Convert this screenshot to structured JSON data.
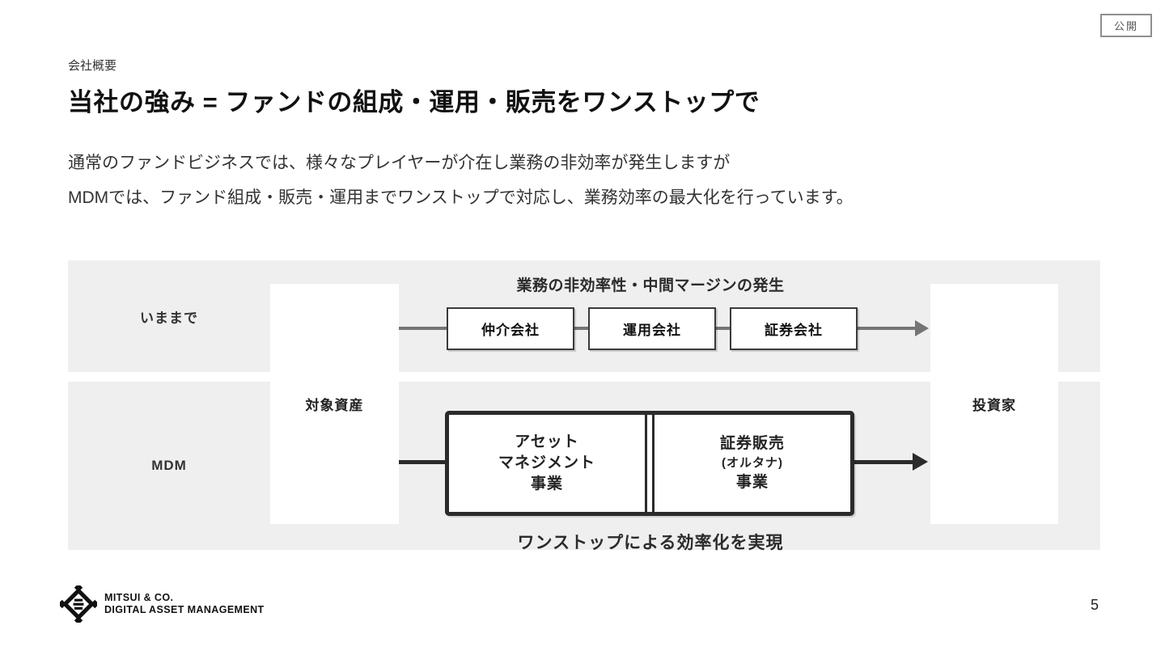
{
  "page": {
    "badge": "公開",
    "page_number": "5"
  },
  "header": {
    "eyebrow": "会社概要",
    "title": "当社の強み = ファンドの組成・運用・販売をワンストップで",
    "body_line1": "通常のファンドビジネスでは、様々なプレイヤーが介在し業務の非効率が発生しますが",
    "body_line2": "MDMでは、ファンド組成・販売・運用までワンストップで対応し、業務効率の最大化を行っています。"
  },
  "diagram": {
    "source_label": "対象資産",
    "target_label": "投資家",
    "row_before": {
      "label": "いままで",
      "header": "業務の非効率性・中間マージンの発生",
      "boxes": [
        "仲介会社",
        "運用会社",
        "証券会社"
      ]
    },
    "row_mdm": {
      "label": "MDM",
      "left_box": {
        "line1": "アセット",
        "line2": "マネジメント",
        "line3": "事業"
      },
      "right_box": {
        "line1": "証券販売",
        "line2": "(オルタナ)",
        "line3": "事業"
      },
      "caption": "ワンストップによる効率化を実現"
    },
    "colors": {
      "band_gray": "#efefef",
      "inefficient_arrow_gray": "#757575",
      "onestop_dark": "#2b2b2b"
    }
  },
  "footer": {
    "logo_line1": "MITSUI & CO.",
    "logo_line2": "DIGITAL ASSET MANAGEMENT"
  }
}
